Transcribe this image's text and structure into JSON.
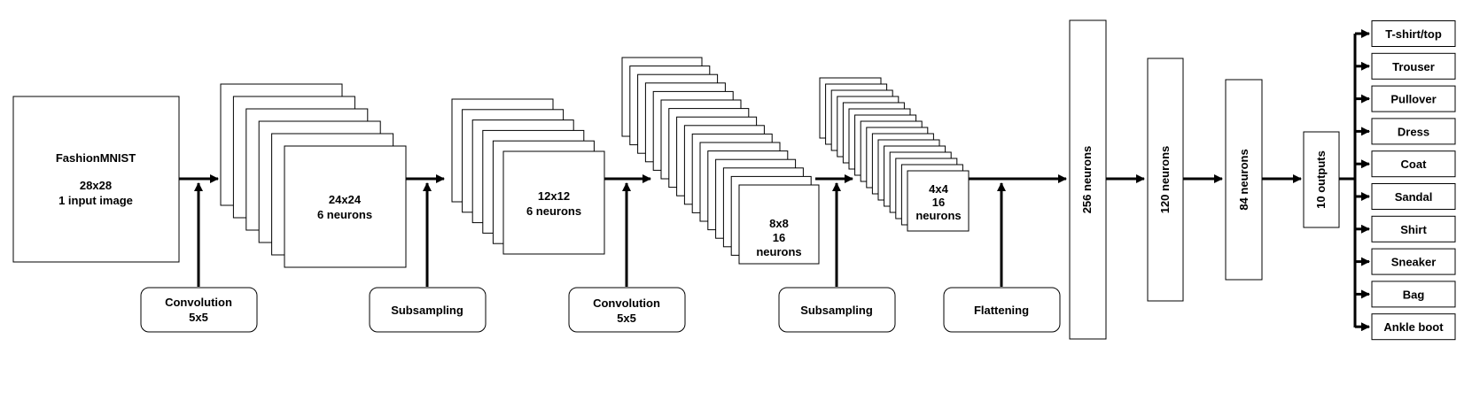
{
  "input": {
    "title": "FashionMNIST",
    "size": "28x28",
    "desc": "1 input image"
  },
  "conv1": {
    "size": "24x24",
    "desc": "6 neurons",
    "count": 6
  },
  "pool1": {
    "size": "12x12",
    "desc": "6 neurons",
    "count": 6
  },
  "conv2": {
    "size": "8x8",
    "l2": "16",
    "l3": "neurons",
    "count": 16
  },
  "pool2": {
    "size": "4x4",
    "l2": "16",
    "l3": "neurons",
    "count": 16
  },
  "ops": [
    {
      "l1": "Convolution",
      "l2": "5x5"
    },
    {
      "l1": "Subsampling",
      "l2": ""
    },
    {
      "l1": "Convolution",
      "l2": "5x5"
    },
    {
      "l1": "Subsampling",
      "l2": ""
    },
    {
      "l1": "Flattening",
      "l2": ""
    }
  ],
  "dense": [
    {
      "label": "256 neurons"
    },
    {
      "label": "120 neurons"
    },
    {
      "label": "84 neurons"
    },
    {
      "label": "10 outputs"
    }
  ],
  "classes": [
    "T-shirt/top",
    "Trouser",
    "Pullover",
    "Dress",
    "Coat",
    "Sandal",
    "Shirt",
    "Sneaker",
    "Bag",
    "Ankle boot"
  ]
}
